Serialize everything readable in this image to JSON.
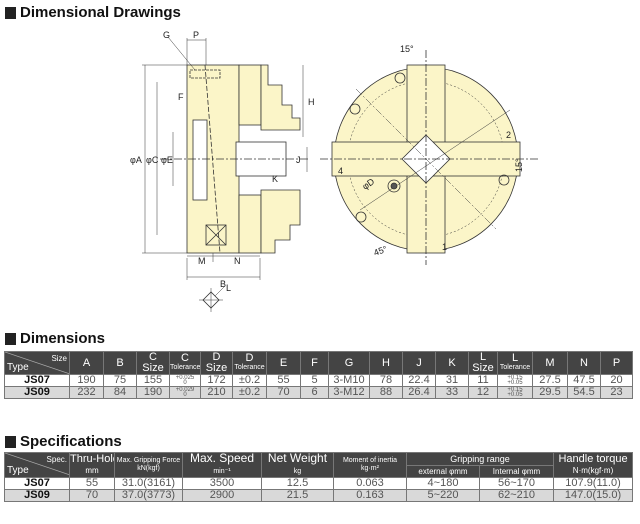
{
  "drawing_section": {
    "title": "Dimensional Drawings",
    "labels": {
      "G": "G",
      "P": "P",
      "F": "F",
      "H": "H",
      "A": "φA",
      "C": "φC",
      "E": "φE",
      "J": "J",
      "K": "K",
      "M": "M",
      "N": "N",
      "B": "B",
      "L": "L",
      "D": "φD",
      "angle15a": "15°",
      "angle15b": "15°",
      "angle45": "45°",
      "n1": "1",
      "n2": "2",
      "n4": "4"
    }
  },
  "dimensions": {
    "title": "Dimensions",
    "corner_top": "Size",
    "corner_bottom": "Type",
    "headers": [
      {
        "l1": "A"
      },
      {
        "l1": "B"
      },
      {
        "l1": "C",
        "l2": "Size"
      },
      {
        "l1": "C",
        "l2": "Tolerance"
      },
      {
        "l1": "D",
        "l2": "Size"
      },
      {
        "l1": "D",
        "l2": "Tolerance"
      },
      {
        "l1": "E"
      },
      {
        "l1": "F"
      },
      {
        "l1": "G"
      },
      {
        "l1": "H"
      },
      {
        "l1": "J"
      },
      {
        "l1": "K"
      },
      {
        "l1": "L",
        "l2": "Size"
      },
      {
        "l1": "L",
        "l2": "Tolerance"
      },
      {
        "l1": "M"
      },
      {
        "l1": "N"
      },
      {
        "l1": "P"
      }
    ],
    "rows": [
      {
        "type": "JS07",
        "A": "190",
        "B": "75",
        "C": "155",
        "Ct1": "+0.025",
        "Ct2": "0",
        "D": "172",
        "Dt": "±0.2",
        "E": "55",
        "F": "5",
        "G": "3-M10",
        "H": "78",
        "J": "22.4",
        "K": "31",
        "L": "11",
        "Lt1": "+0.15",
        "Lt2": "+0.05",
        "M": "27.5",
        "N": "47.5",
        "P": "20"
      },
      {
        "type": "JS09",
        "A": "232",
        "B": "84",
        "C": "190",
        "Ct1": "+0.029",
        "Ct2": "0",
        "D": "210",
        "Dt": "±0.2",
        "E": "70",
        "F": "6",
        "G": "3-M12",
        "H": "88",
        "J": "26.4",
        "K": "33",
        "L": "12",
        "Lt1": "+0.15",
        "Lt2": "+0.05",
        "M": "29.5",
        "N": "54.5",
        "P": "23"
      }
    ]
  },
  "specifications": {
    "title": "Specifications",
    "corner_top": "Spec.",
    "corner_bottom": "Type",
    "headers": {
      "thru": "Thru-Hole",
      "thru_unit": "mm",
      "force": "Max. Gripping Force",
      "force_unit": "kN(kgf)",
      "speed": "Max. Speed",
      "speed_unit": "min⁻¹",
      "weight": "Net Weight",
      "weight_unit": "kg",
      "inertia": "Moment of inertia",
      "inertia_unit": "kg·m²",
      "grip": "Gripping range",
      "ext": "external φmm",
      "int": "Internal φmm",
      "torque": "Handle torque",
      "torque_unit": "N·m(kgf·m)"
    },
    "rows": [
      {
        "type": "JS07",
        "thru": "55",
        "force": "31.0(3161)",
        "speed": "3500",
        "weight": "12.5",
        "inertia": "0.063",
        "ext": "4~180",
        "int": "56~170",
        "torque": "107.9(11.0)"
      },
      {
        "type": "JS09",
        "thru": "70",
        "force": "37.0(3773)",
        "speed": "2900",
        "weight": "21.5",
        "inertia": "0.163",
        "ext": "5~220",
        "int": "62~210",
        "torque": "147.0(15.0)"
      }
    ]
  },
  "colors": {
    "fill": "#fbf5c8",
    "header": "#444444",
    "row_alt": "#d9d9d9"
  }
}
